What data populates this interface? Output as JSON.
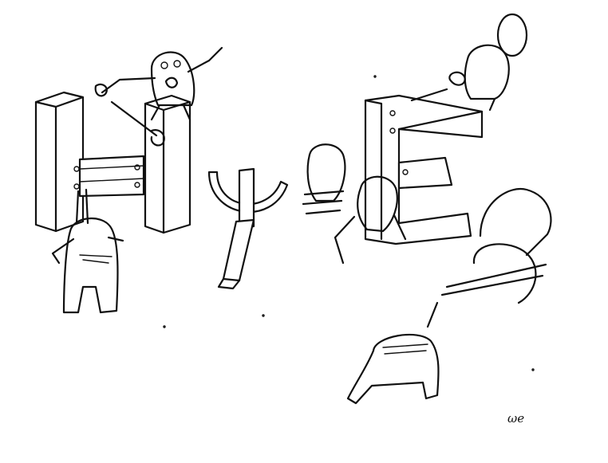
{
  "signature": "ωe",
  "ink_color": "#111111",
  "paper_color": "#ffffff",
  "letters": [
    "H",
    "ψ",
    "E"
  ]
}
